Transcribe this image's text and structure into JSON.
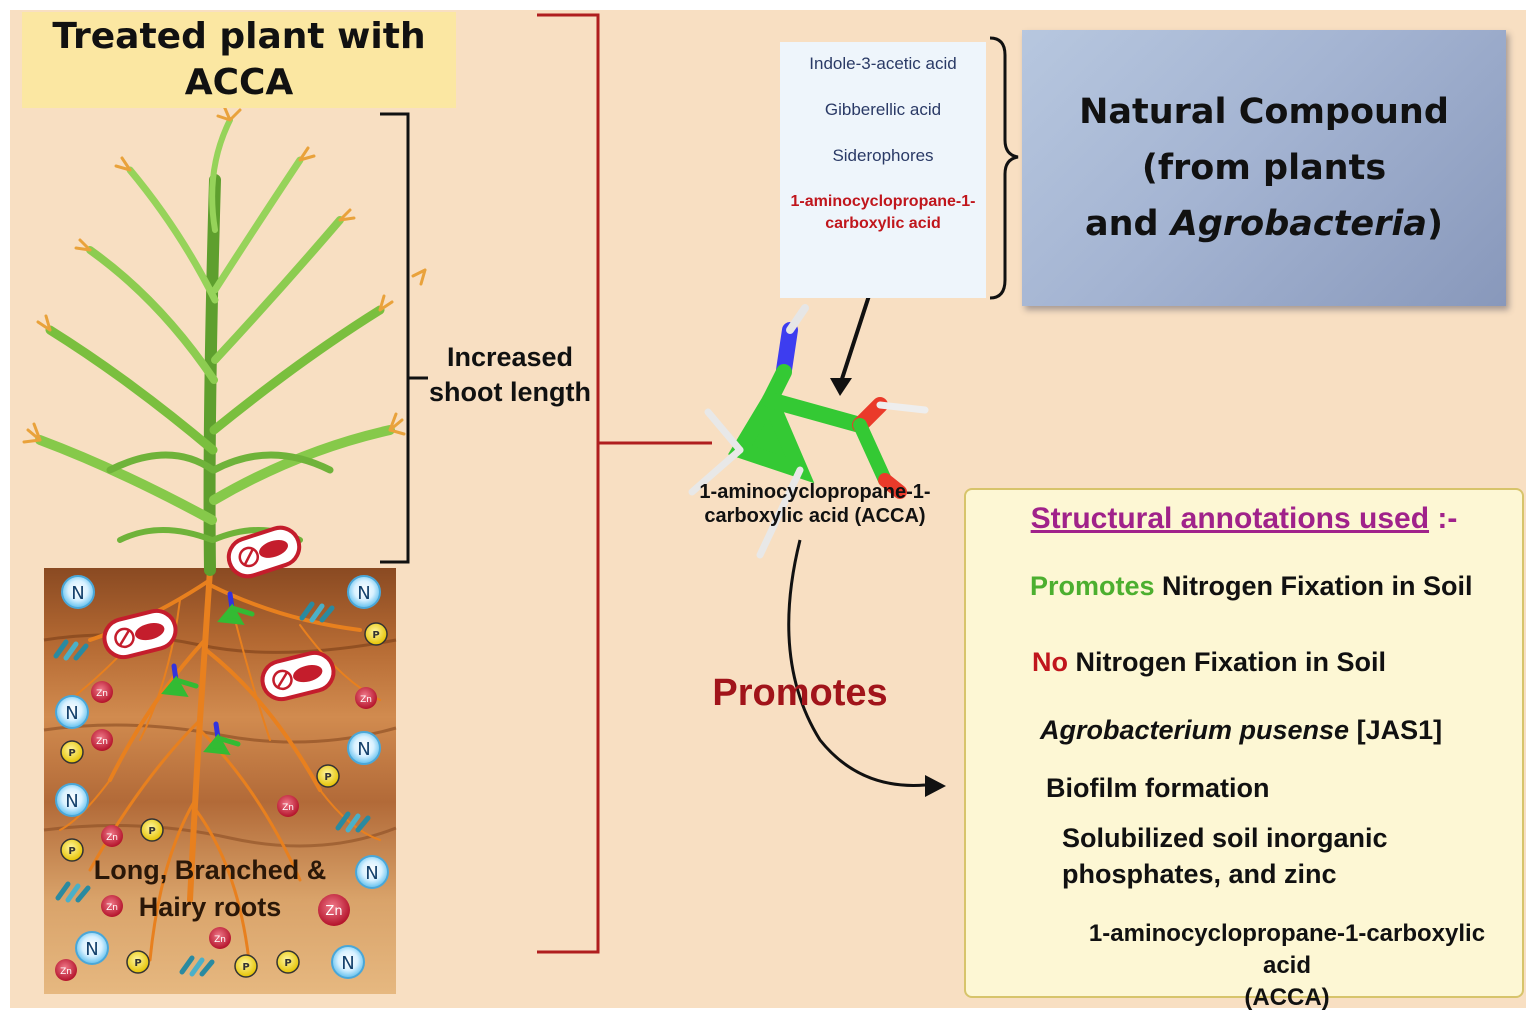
{
  "title": {
    "line1": "Treated plant with",
    "line2": "ACCA"
  },
  "shoot_label": {
    "line1": "Increased",
    "line2": "shoot length"
  },
  "compounds": {
    "items": [
      "Indole-3-acetic acid",
      "Gibberellic acid",
      "Siderophores"
    ],
    "highlight_line1": "1-aminocyclopropane-1-",
    "highlight_line2": "carboxylic acid"
  },
  "natural_compound": {
    "line1": "Natural Compound",
    "line2": "(from plants",
    "line3_prefix": "and ",
    "line3_italic": "Agrobacteria",
    "line3_suffix": ")"
  },
  "acca_caption": {
    "line1": "1-aminocyclopropane-1-",
    "line2": "carboxylic acid (ACCA)"
  },
  "promotes": "Promotes",
  "roots_label": {
    "line1": "Long, Branched &",
    "line2": "Hairy roots"
  },
  "legend": {
    "title": "Structural annotations used",
    "title_suffix": " :-",
    "n_icon": "N",
    "row1_green": "Promotes",
    "row1_rest": " Nitrogen Fixation in Soil",
    "row2_red": "No",
    "row2_rest": " Nitrogen Fixation in Soil",
    "row3_italic": "Agrobacterium pusense",
    "row3_rest": " [JAS1]",
    "row4": "Biofilm formation",
    "p_icon": "P",
    "zn_icon": "Zn",
    "row5_line1": "Solubilized soil inorganic",
    "row5_line2": "phosphates, and zinc",
    "row6_line1": "1-aminocyclopropane-1-carboxylic acid",
    "row6_line2": "(ACCA)"
  },
  "colors": {
    "background": "#f8dfc2",
    "bracket_red": "#b01e1e",
    "title_box": "#fbe7a2",
    "natural_box": "#a4b4d2",
    "legend_bg": "#fdf7d4",
    "promotes_red": "#a1141a",
    "legend_title": "#a0228a",
    "green_text": "#4caf2f"
  },
  "icons": {
    "plant": "maize-plant-icon",
    "soil": "soil-cross-section",
    "nitrogen": "nitrogen-badge-icon",
    "no_nitrogen": "crossed-out-icon",
    "bacterium": "agrobacterium-icon",
    "biofilm": "biofilm-icon",
    "phosphate": "phosphate-badge-icon",
    "zinc": "zinc-badge-icon",
    "molecule": "acca-molecule-icon"
  }
}
